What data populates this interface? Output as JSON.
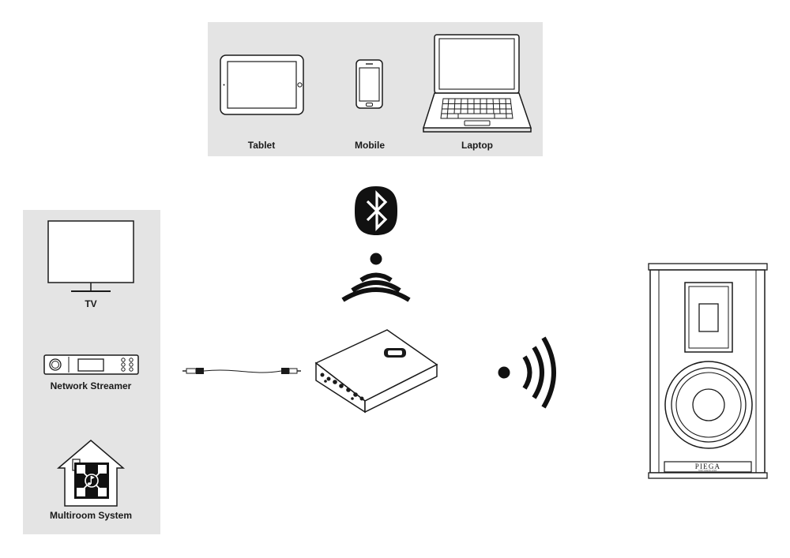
{
  "sources_top": {
    "tablet_label": "Tablet",
    "mobile_label": "Mobile",
    "laptop_label": "Laptop"
  },
  "sources_left": {
    "tv_label": "TV",
    "streamer_label": "Network Streamer",
    "multiroom_label": "Multiroom System"
  },
  "speaker": {
    "brand": "PIEGA",
    "brand_sub": "SWITZERLAND"
  },
  "connections": {
    "bluetooth_icon": "bluetooth-icon",
    "wireless_icon": "wireless-signal-icon",
    "cable_icon": "audio-cable-icon"
  },
  "colors": {
    "panel": "#e4e4e4",
    "line": "#1a1a1a"
  }
}
